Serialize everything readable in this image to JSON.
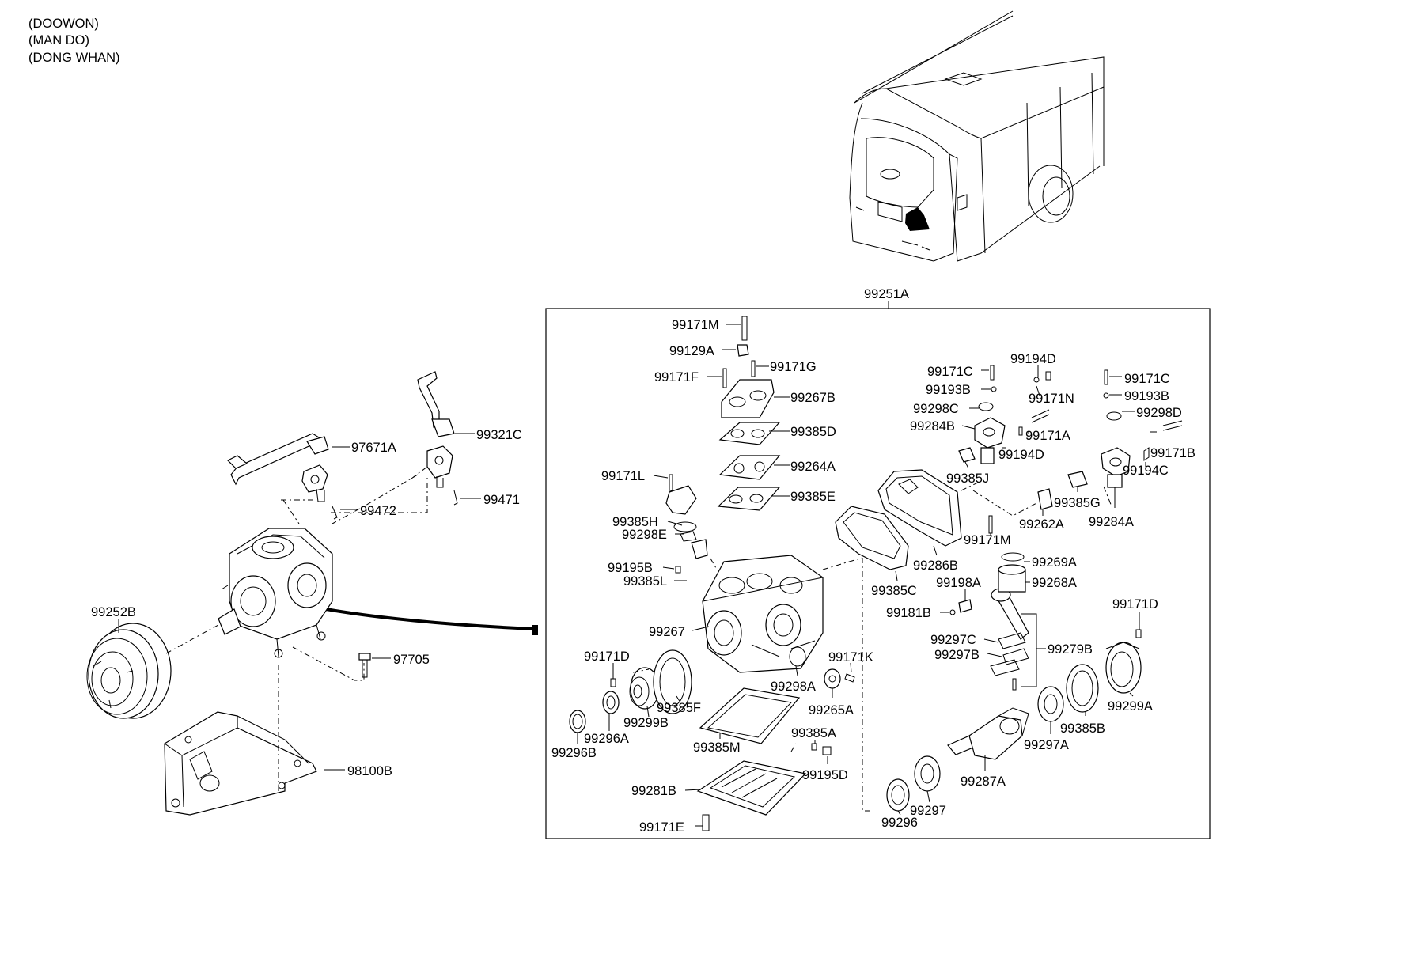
{
  "header": {
    "lines": [
      "(DOOWON)",
      "(MAN DO)",
      "(DONG WHAN)"
    ]
  },
  "box_label": "99251A",
  "parts_outside": {
    "p97671A": "97671A",
    "p99321C": "99321C",
    "p99472": "99472",
    "p99471": "99471",
    "p99252B": "99252B",
    "p97705": "97705",
    "p98100B": "98100B"
  },
  "parts_inside": {
    "p99171M_a": "99171M",
    "p99129A": "99129A",
    "p99171G": "99171G",
    "p99171F": "99171F",
    "p99267B": "99267B",
    "p99385D": "99385D",
    "p99264A": "99264A",
    "p99385E": "99385E",
    "p99171L": "99171L",
    "p99385H": "99385H",
    "p99298E": "99298E",
    "p99195B": "99195B",
    "p99385L": "99385L",
    "p99267": "99267",
    "p99171D_a": "99171D",
    "p99385F": "99385F",
    "p99299B": "99299B",
    "p99296A": "99296A",
    "p99296B": "99296B",
    "p99385M": "99385M",
    "p99298A": "99298A",
    "p99171K": "99171K",
    "p99265A": "99265A",
    "p99385A": "99385A",
    "p99195D": "99195D",
    "p99281B": "99281B",
    "p99171E": "99171E",
    "p99296": "99296",
    "p99297": "99297",
    "p99287A": "99287A",
    "p99297A": "99297A",
    "p99385B": "99385B",
    "p99299A": "99299A",
    "p99171D_b": "99171D",
    "p99279B": "99279B",
    "p99297C": "99297C",
    "p99297B": "99297B",
    "p99181B": "99181B",
    "p99198A": "99198A",
    "p99268A": "99268A",
    "p99269A": "99269A",
    "p99385C": "99385C",
    "p99286B": "99286B",
    "p99171M_b": "99171M",
    "p99262A": "99262A",
    "p99385G": "99385G",
    "p99284A": "99284A",
    "p99385J": "99385J",
    "p99194C": "99194C",
    "p99171B": "99171B",
    "p99298D": "99298D",
    "p99193B_b": "99193B",
    "p99171C_b": "99171C",
    "p99171C_a": "99171C",
    "p99194D_a": "99194D",
    "p99193B_a": "99193B",
    "p99171N": "99171N",
    "p99298C": "99298C",
    "p99284B": "99284B",
    "p99171A": "99171A",
    "p99194D_b": "99194D"
  }
}
